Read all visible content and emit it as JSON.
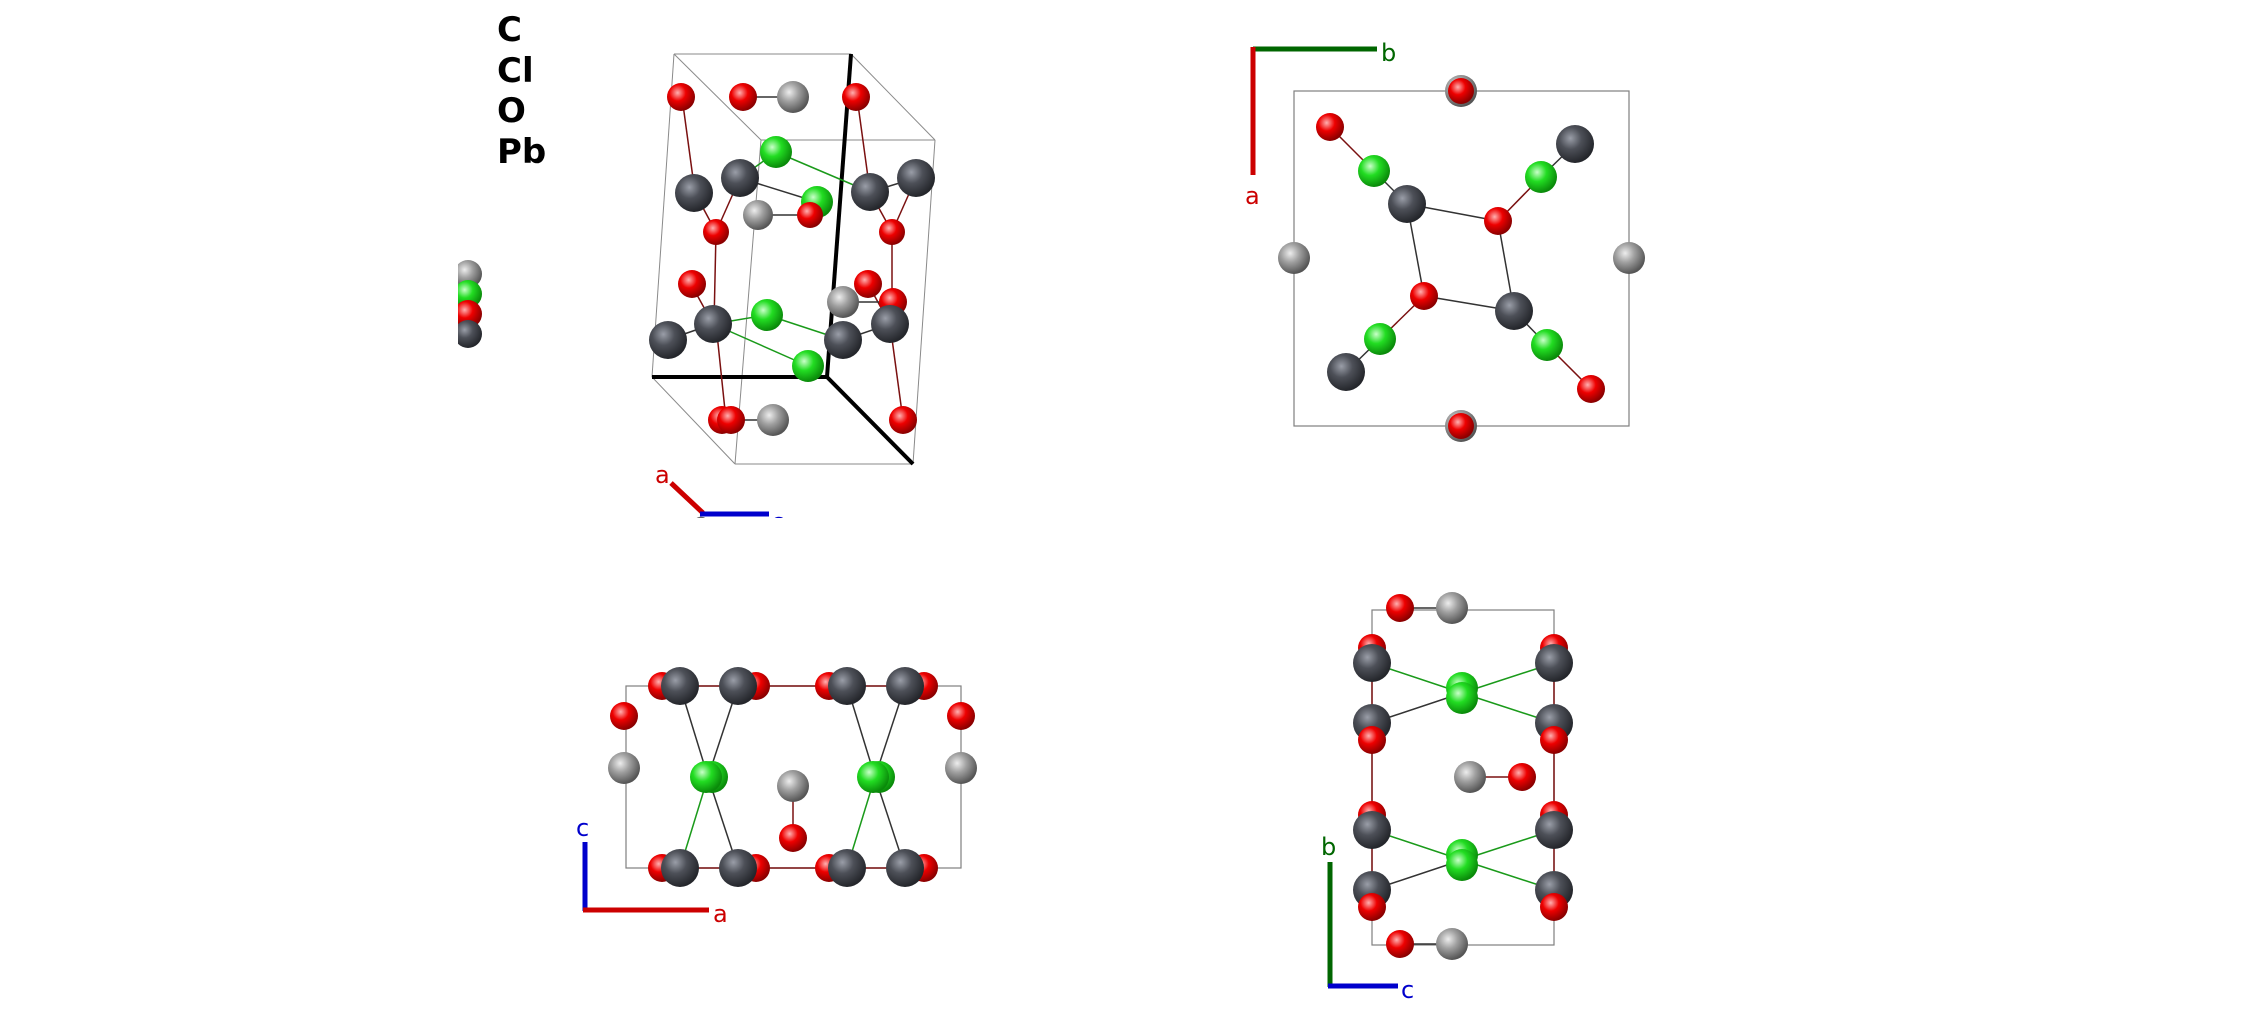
{
  "legend": {
    "elements": [
      "C",
      "Cl",
      "O",
      "Pb"
    ]
  },
  "colors": {
    "C": "#8c8c8c",
    "Cl": "#1fdc1f",
    "O": "#ee0000",
    "Pb": "#4d5058",
    "axis_a": "#cc0000",
    "axis_b": "#006600",
    "axis_c": "#0000cc"
  },
  "views": {
    "perspective": {
      "axis_labels": [
        "a",
        "c",
        "c"
      ]
    },
    "ab": {
      "axis_labels": [
        "b",
        "a"
      ]
    },
    "ac": {
      "axis_labels": [
        "c",
        "a"
      ]
    },
    "bc": {
      "axis_labels": [
        "b",
        "c"
      ]
    }
  }
}
